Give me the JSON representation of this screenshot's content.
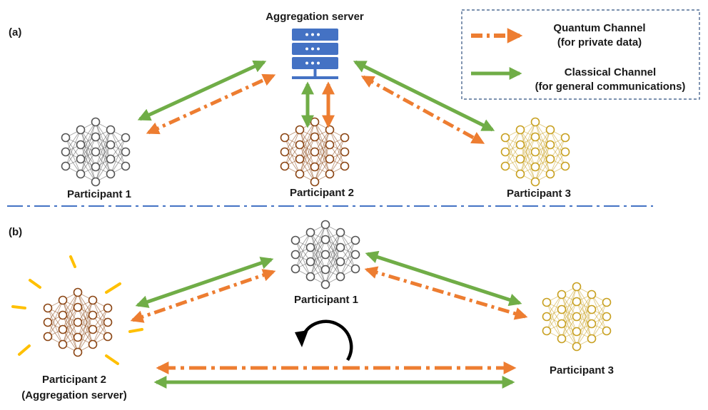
{
  "panel_a": {
    "label": "(a)",
    "server_label": "Aggregation server",
    "participants": [
      "Participant 1",
      "Participant 2",
      "Participant 3"
    ]
  },
  "panel_b": {
    "label": "(b)",
    "participants": [
      "Participant 1",
      "Participant 2",
      "Participant 3"
    ],
    "server_role": "(Aggregation server)"
  },
  "legend": {
    "quantum_label": "Quantum Channel",
    "quantum_sub": "(for private data)",
    "classical_label": "Classical Channel",
    "classical_sub": "(for general communications)"
  },
  "colors": {
    "quantum": "#ED7D31",
    "classical": "#70AD47",
    "server": "#4472C4",
    "divider": "#4472C4",
    "net_gray": "#555555",
    "net_brown": "#8B4513",
    "net_gold": "#C8A020",
    "burst": "#FFC000"
  }
}
